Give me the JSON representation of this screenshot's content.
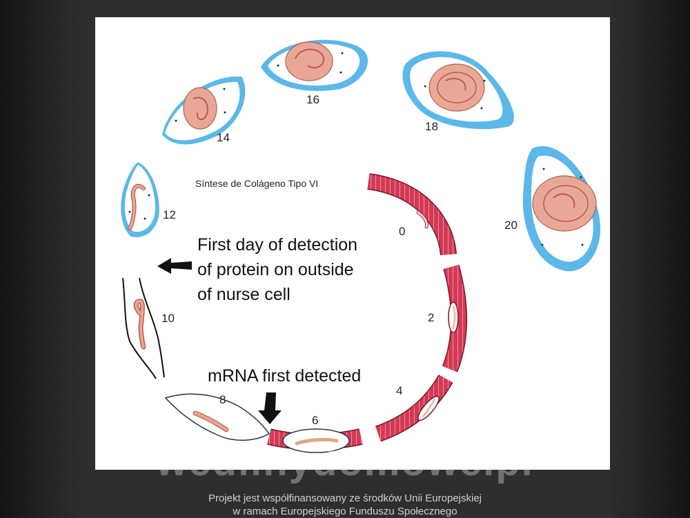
{
  "diagram": {
    "title": "Síntese de Colágeno Tipo VI",
    "stages": [
      "0",
      "2",
      "4",
      "6",
      "8",
      "10",
      "12",
      "14",
      "16",
      "18",
      "20"
    ],
    "annotations": {
      "protein": [
        "First day of detection",
        "of protein on outside",
        "of nurse cell"
      ],
      "mrna": "mRNA first detected"
    },
    "colors": {
      "muscle": "#d43a55",
      "capsule": "#5bb8e8",
      "larva": "#e8a898",
      "outline": "#223344"
    }
  },
  "watermark": "wedlinydomowe.pl",
  "footer": {
    "line1": "Projekt jest współfinansowany ze środków Unii Europejskiej",
    "line2": "w ramach Europejskiego Funduszu Społecznego"
  }
}
